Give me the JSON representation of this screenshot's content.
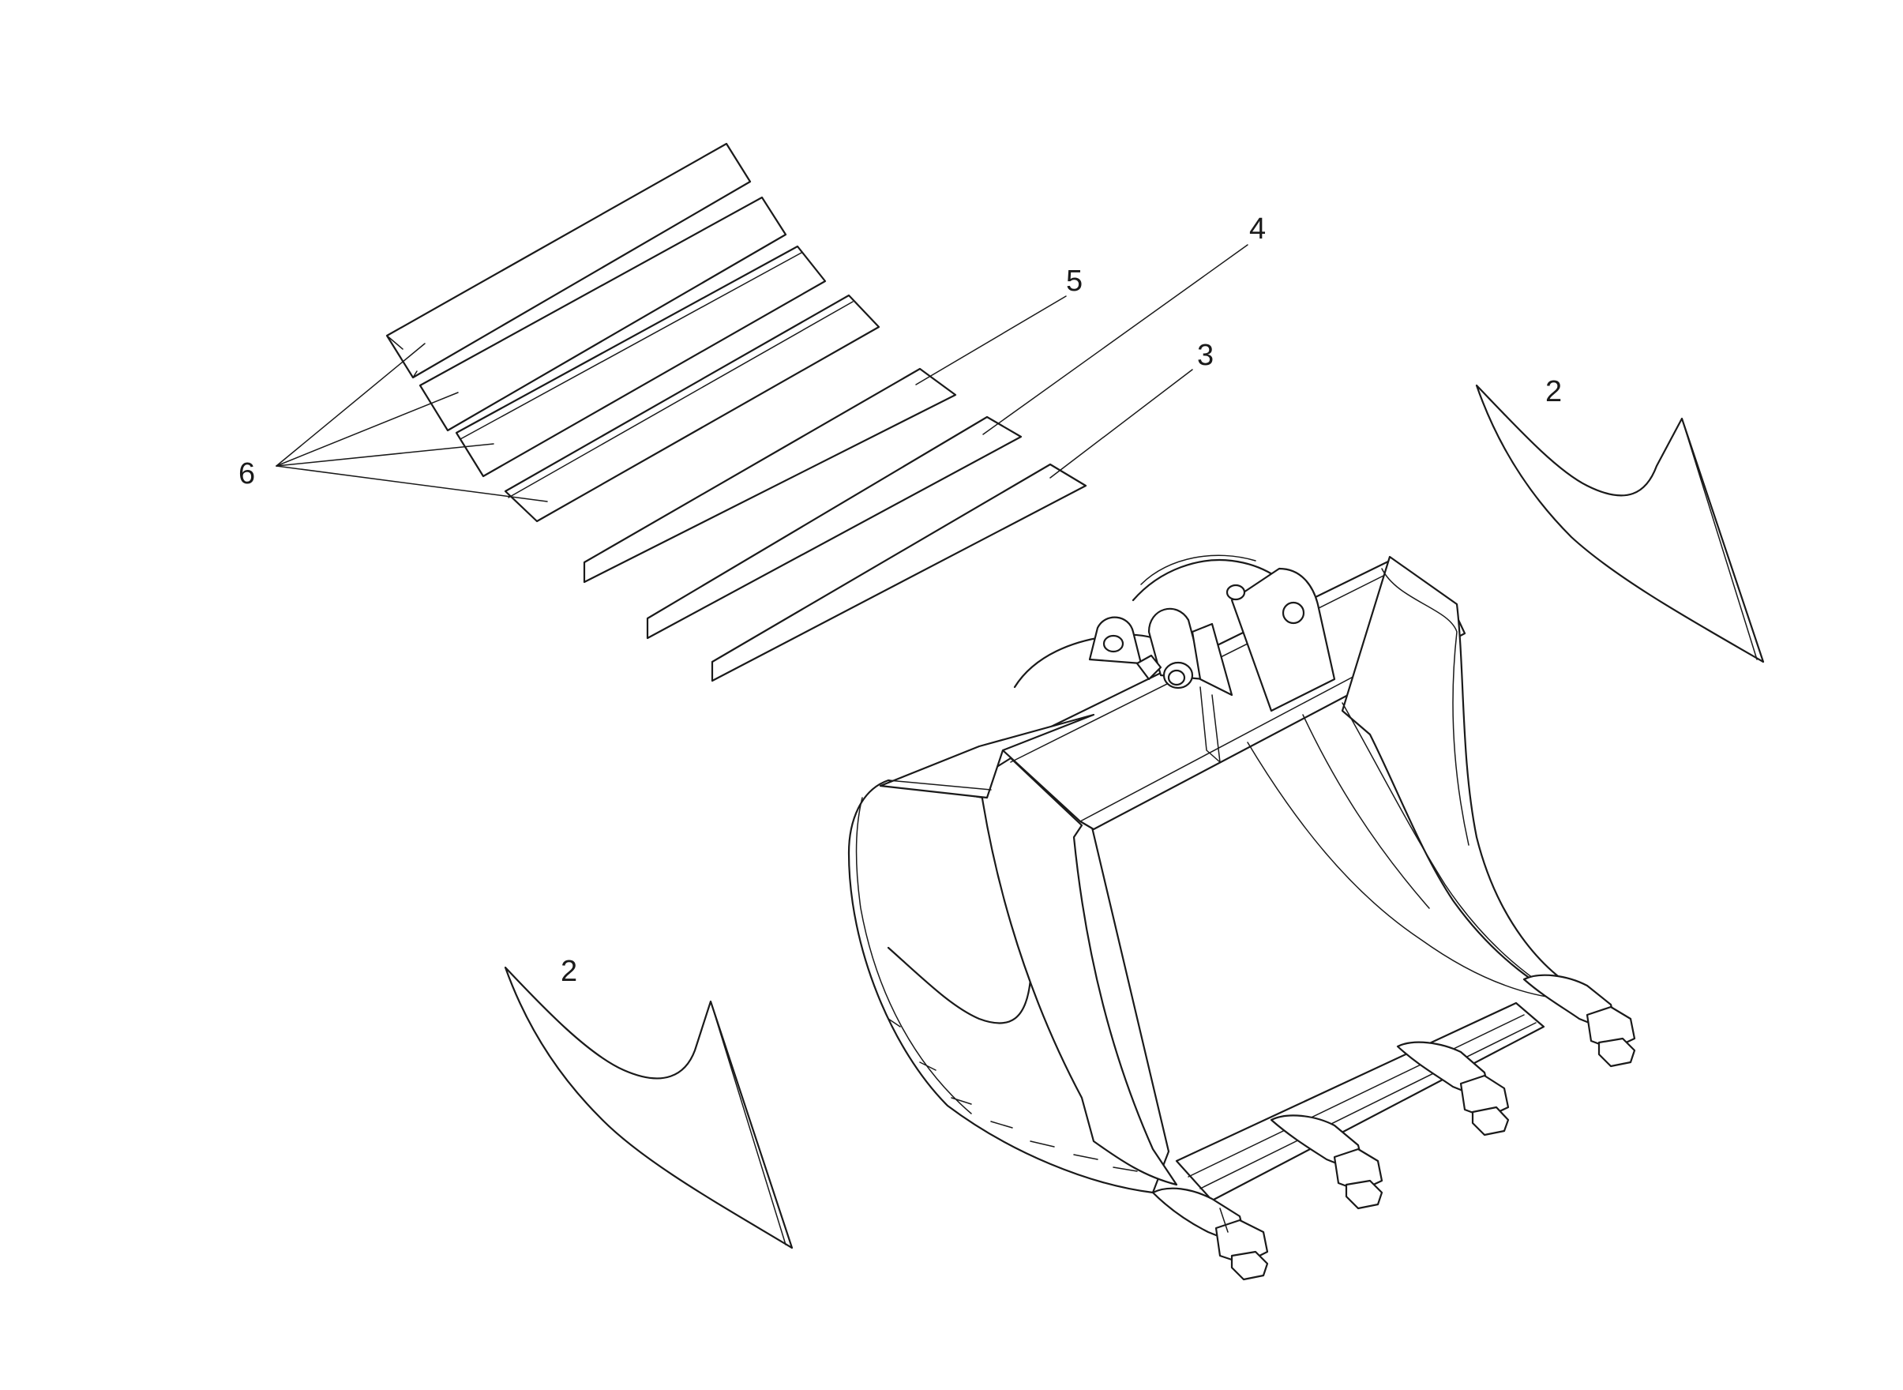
{
  "callouts": {
    "label_6": "6",
    "label_5": "5",
    "label_4": "4",
    "label_3": "3",
    "label_2_right": "2",
    "label_2_left": "2"
  },
  "colors": {
    "line": "#1a1a1a",
    "background": "#ffffff"
  }
}
